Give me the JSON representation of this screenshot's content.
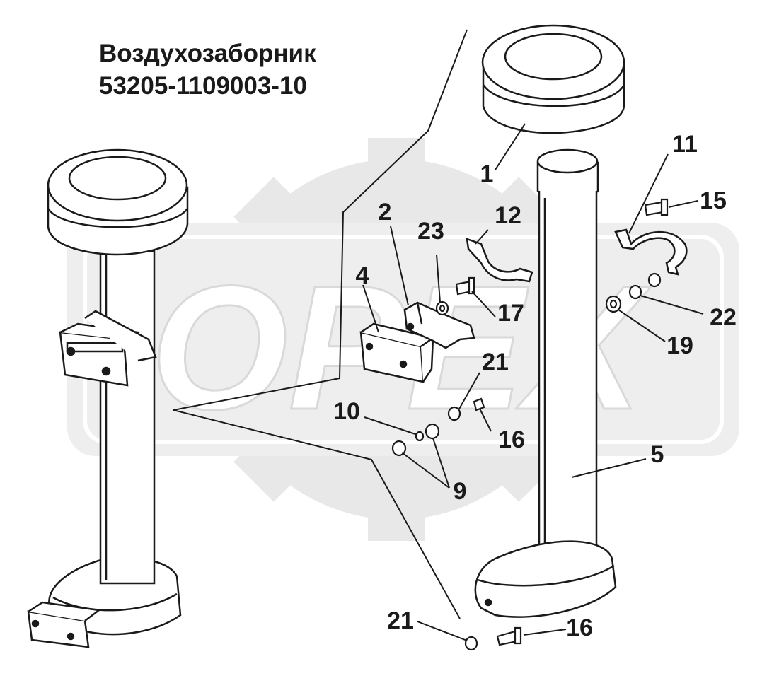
{
  "title": {
    "line1": "Воздухозаборник",
    "line2": "53205-1109003-10"
  },
  "watermark": {
    "text": "OPEX",
    "color": "#e6e6e6"
  },
  "callouts": [
    {
      "id": "c1",
      "label": "1"
    },
    {
      "id": "c2",
      "label": "2"
    },
    {
      "id": "c4",
      "label": "4"
    },
    {
      "id": "c5",
      "label": "5"
    },
    {
      "id": "c9",
      "label": "9"
    },
    {
      "id": "c10",
      "label": "10"
    },
    {
      "id": "c11",
      "label": "11"
    },
    {
      "id": "c12",
      "label": "12"
    },
    {
      "id": "c15",
      "label": "15"
    },
    {
      "id": "c16a",
      "label": "16"
    },
    {
      "id": "c16b",
      "label": "16"
    },
    {
      "id": "c17",
      "label": "17"
    },
    {
      "id": "c19",
      "label": "19"
    },
    {
      "id": "c21a",
      "label": "21"
    },
    {
      "id": "c21b",
      "label": "21"
    },
    {
      "id": "c22",
      "label": "22"
    },
    {
      "id": "c23",
      "label": "23"
    }
  ]
}
